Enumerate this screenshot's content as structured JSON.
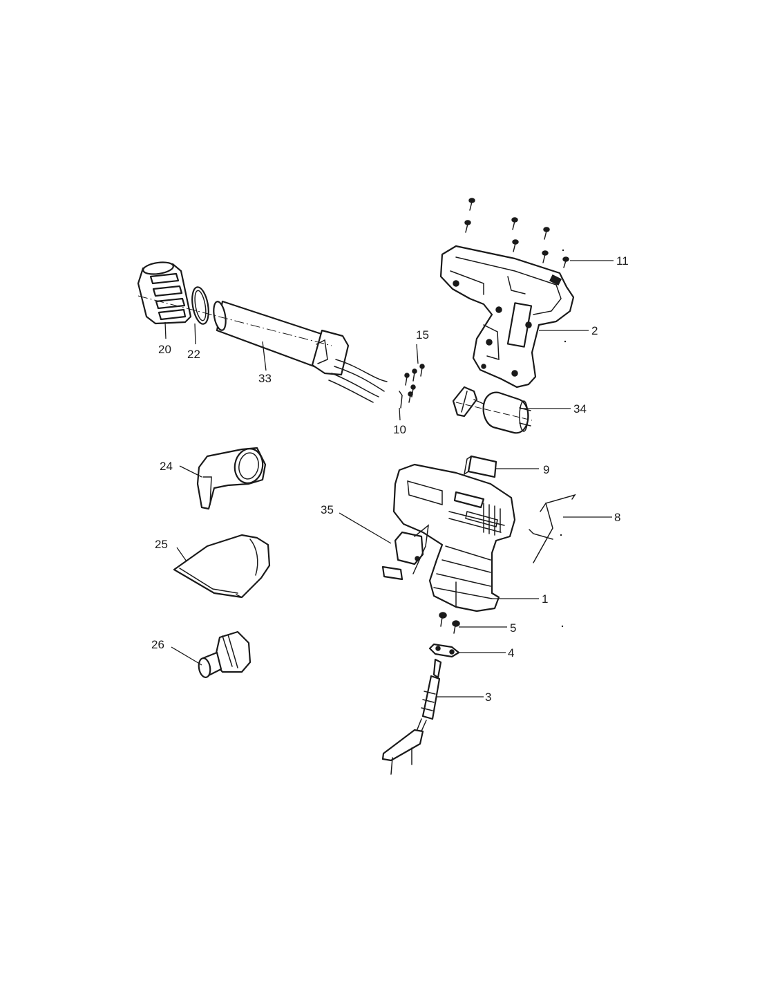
{
  "callouts": {
    "c11": "11",
    "c2": "2",
    "c15": "15",
    "c20": "20",
    "c22": "22",
    "c33": "33",
    "c34": "34",
    "c10": "10",
    "c9": "9",
    "c24": "24",
    "c35": "35",
    "c8": "8",
    "c25": "25",
    "c1": "1",
    "c5": "5",
    "c26": "26",
    "c4": "4",
    "c3": "3"
  },
  "style": {
    "ink": "#1a1a1a",
    "paper": "#ffffff"
  }
}
